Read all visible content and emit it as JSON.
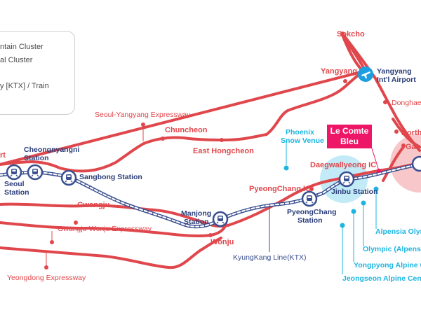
{
  "legend": {
    "items": [
      "ntain Cluster",
      "al Cluster",
      "y [KTX] / Train"
    ]
  },
  "roads": {
    "seoul_yangyang": "Seoul-Yangyang Expressway",
    "gwangju_wonju": "Gwangju-Wonju Expressway",
    "yeongdong": "Yeongdong Expressway",
    "donghae": "Donghae"
  },
  "places": {
    "sokcho": "Sokcho",
    "yangyang": "Yangyang",
    "chuncheon": "Chuncheon",
    "east_hongcheon": "East Hongcheon",
    "gwangju": "Gwangju",
    "wonju": "Wonju",
    "pyeongchang_ic": "PyeongChang IC",
    "daegwallyeong_ic": "Daegwallyeong IC",
    "north": "North",
    "gang": "Gang",
    "rt": "rt"
  },
  "airport": {
    "line1": "Yangyang",
    "line2": "Int'l Airport"
  },
  "stations": {
    "cheongnyangni": [
      "Cheongnyangni",
      "Station"
    ],
    "seoul": [
      "Seoul",
      "Station"
    ],
    "sangbong": "Sangbong Station",
    "manjong": [
      "Manjong",
      "Station"
    ],
    "pyeongchang": [
      "PyeongChang",
      "Station"
    ],
    "jinbu": "Jinbu Station"
  },
  "venues": {
    "phoenix": [
      "Phoenix",
      "Snow Venue"
    ],
    "alpensia_oly": "Alpensia Olym",
    "olympic_alpensia": "Olympic (Alpensi",
    "yongpyong": "Yongpyong Alpine C",
    "jeongseon": "Jeongseon Alpine Cent"
  },
  "ktx_line": "KyungKang Line(KTX)",
  "badge": {
    "line1": "Le Comte",
    "line2": "Bleu"
  },
  "colors": {
    "road": "#e0474c",
    "rail": "#3a4f8f",
    "venue": "#1cb5e0",
    "badge": "#ee1767",
    "mountain_cluster": "#a8e2f4",
    "coastal_cluster": "#f4b4b8"
  }
}
